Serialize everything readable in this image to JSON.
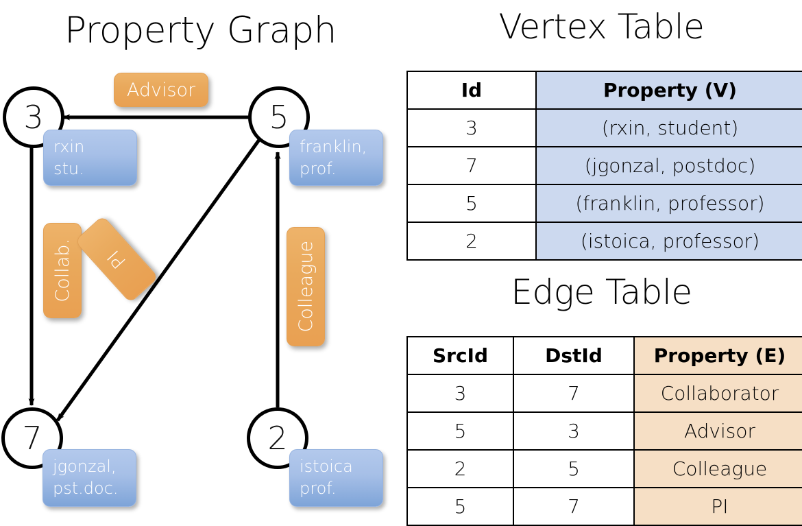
{
  "titles": {
    "property_graph": "Property Graph",
    "vertex_table": "Vertex Table",
    "edge_table": "Edge Table"
  },
  "colors": {
    "vertex_property_fill": "#ccd9ef",
    "edge_property_fill": "#f6dfc5",
    "node_property_box": "#a6bfe7",
    "edge_label_box": "#e9a95c",
    "stroke": "#000000",
    "label_text": "#ffffff"
  },
  "graph": {
    "nodes": [
      {
        "id": "3",
        "property_line1": "rxin",
        "property_line2": "stu."
      },
      {
        "id": "5",
        "property_line1": "franklin,",
        "property_line2": "prof."
      },
      {
        "id": "7",
        "property_line1": "jgonzal,",
        "property_line2": "pst.doc."
      },
      {
        "id": "2",
        "property_line1": "istoica",
        "property_line2": "prof."
      }
    ],
    "edge_labels": [
      {
        "name": "advisor",
        "text": "Advisor",
        "orientation": "horizontal"
      },
      {
        "name": "collab",
        "text": "Collab.",
        "orientation": "vertical"
      },
      {
        "name": "pi",
        "text": "PI",
        "orientation": "diagonal"
      },
      {
        "name": "colleague",
        "text": "Colleague",
        "orientation": "vertical"
      }
    ],
    "edges": [
      {
        "src": "5",
        "dst": "3",
        "label": "Advisor"
      },
      {
        "src": "3",
        "dst": "7",
        "label": "Collab."
      },
      {
        "src": "5",
        "dst": "7",
        "label": "PI"
      },
      {
        "src": "2",
        "dst": "5",
        "label": "Colleague"
      }
    ]
  },
  "vertex_table": {
    "headers": [
      "Id",
      "Property (V)"
    ],
    "rows": [
      {
        "id": "3",
        "property": "(rxin, student)"
      },
      {
        "id": "7",
        "property": "(jgonzal, postdoc)"
      },
      {
        "id": "5",
        "property": "(franklin, professor)"
      },
      {
        "id": "2",
        "property": "(istoica, professor)"
      }
    ]
  },
  "edge_table": {
    "headers": [
      "SrcId",
      "DstId",
      "Property (E)"
    ],
    "rows": [
      {
        "src": "3",
        "dst": "7",
        "property": "Collaborator"
      },
      {
        "src": "5",
        "dst": "3",
        "property": "Advisor"
      },
      {
        "src": "2",
        "dst": "5",
        "property": "Colleague"
      },
      {
        "src": "5",
        "dst": "7",
        "property": "PI"
      }
    ]
  }
}
